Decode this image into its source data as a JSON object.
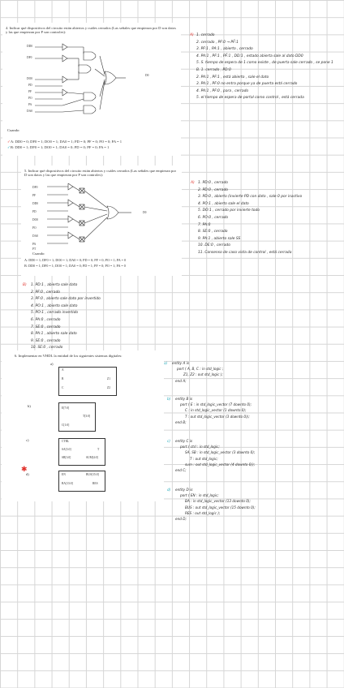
{
  "q4": {
    "number": "4.",
    "text": "Indicar qué dispositivos del circuito están abiertos y cuáles cerrados (Las señales que empiezan por D son datos y las que empiezan por P son controles):",
    "signals": [
      "DD0",
      "DF0",
      "DO0",
      "PD",
      "PF",
      "PO",
      "PA",
      "DA0"
    ],
    "output": "D0",
    "cuando": "Cuando:",
    "case_a": "A: DD0 = 0; DF0 = 1; DO0 = 1; DA0 = 1; PD = 0; PF = 0; PO = 0; PA = 1",
    "case_b": "B: DD0 = 1; DF0 = 1; DO0 = 1; DA0 = 0; PD = 0; PF = 0; PA = 1",
    "answer_a_label": "A)",
    "answer_a": [
      "1. cerrado",
      "2. cerrado , PF:0 → PF̄:1",
      "3. PF:1 , PA:1 , abierto , cerrado",
      "4. PA:1 , PF:1 , PF̄:1 , DD:1 , estado abierta sale al dato DD0",
      "5. S. tiempo de espera de 1 como existe , de puerta sale cerrado , se pone 1",
      "B. 1. cerrado , PD:0",
      "2. PA:1 , PF:1 , está abierto , sale el dato",
      "3. PA:1 , PF:0 no entra porque ya de puerta está cerrado",
      "4. PA:1 , PF:0 , para , cerrado",
      "5. el tiempo de espera de portal como control , está cerrada"
    ]
  },
  "q5": {
    "number": "5.",
    "text": "Indicar qué dispositivos del circuito están abiertos y cuáles cerrados (Las señales que empiezan por D son datos y las que empiezan por P son controles):",
    "signals": [
      "DF0",
      "PF",
      "DD0",
      "PD",
      "DO0",
      "PO",
      "DA0",
      "PA",
      "PT"
    ],
    "output": "D0",
    "cuando": "Cuando:",
    "case_a": "A: DD0 = 1; DF0 = 1; DO0 = 1; DA0 = 0; PD = 0; PF = 0; PO = 1; PA = 0",
    "case_b": "B: DD0 = 1; DF0 = 1; DO0 = 1; DA0 = 0; PD = 1; PF = 0; PO = 1; PA = 0",
    "answer_a_label": "A)",
    "answer_a": [
      "1. PD:0 , cerrado",
      "2. PD:0 , cerrado",
      "3. PD:0 , abierto (invierte PD con dato , sale 0 por inactivo",
      "4. PO:1 , abierto sale el dato",
      "5. DO:1 , cerrado por invierte todo",
      "6. PO:0 , cerrado",
      "7. PA:0",
      "8. SE:0 , cerrado",
      "9. PA:1 , abierto sale SS",
      "10. DE:0 , cerrado",
      "11. Consenso de caso vista de control , está cerrada"
    ],
    "answer_b_label": "B)",
    "answer_b": [
      "1. PD:1 , abierta sale dato",
      "2. PF:0 , cerrado",
      "3. PF:0 , abierto sale dato por invertido",
      "4. PO:1 , abierto sale dato",
      "5. PO:1 , cerrado invertido",
      "6. PA:0 , cerrado",
      "7. SE:0 , cerrado",
      "8. PA:1 , abierto sale dato",
      "9. SE:0 , cerrado",
      "10. SE:0 , cerrado"
    ]
  },
  "q6": {
    "number": "6.",
    "text": "Implementar en VHDL la entidad de los siguientes sistemas digitales:",
    "a_label": "a)",
    "a_ports_in": [
      "A",
      "B",
      "C"
    ],
    "a_ports_out": [
      "Z1",
      "Z2"
    ],
    "b_label": "b)",
    "b_ports_in": [
      "E[7:0]",
      "C[1:0]"
    ],
    "b_ports_out": [
      "T[3:0]"
    ],
    "c_label": "c)",
    "c_ports_in": [
      "CTRL",
      "SA[3:0]",
      "SB[3:0]"
    ],
    "c_ports_out": [
      "T",
      "SUM[4:0]"
    ],
    "d_label": "d)",
    "d_ports_in": [
      "EN",
      "BA[13:0]"
    ],
    "d_ports_out": [
      "BUS[15:0]",
      "RES"
    ],
    "answer_a_label": "a)",
    "answer_a": [
      "entity A is",
      "port ( A, B, C : in std_logic ;",
      "Z1, Z2 : out std_logic );",
      "end A;"
    ],
    "answer_b_label": "b)",
    "answer_b": [
      "entity B is",
      "port ( E : in std_logic_vector (7 downto 0);",
      "C : in std_logic_vector (1 downto 0);",
      "T : out std_logic_vector (3 downto 0));",
      "end B;"
    ],
    "answer_c_label": "c)",
    "answer_c": [
      "entity C is",
      "port ( ctrl : in std_logic;",
      "SA, SB : in std_logic_vector (3 downto 0);",
      "T : out std_logic;",
      "sum : out std_logic_vector (4 downto 0));",
      "end C;"
    ],
    "answer_d_label": "d)",
    "answer_d": [
      "entity D is",
      "port ( EN : in std_logic;",
      "BA : in std_logic_vector (13 downto 0);",
      "BUS : out std_logic_vector (15 downto 0);",
      "RES : out std_logic );",
      "end D;"
    ]
  },
  "colors": {
    "red": "#e0302a",
    "cyan": "#1aa6b8",
    "grid": "#d6d6d6"
  }
}
